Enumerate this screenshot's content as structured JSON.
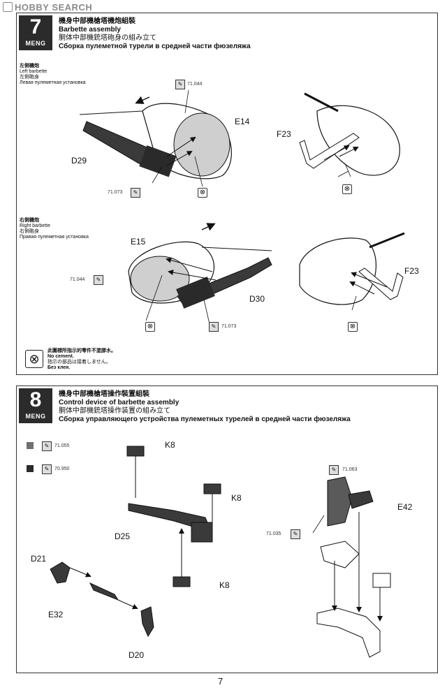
{
  "watermark": "HOBBY SEARCH",
  "colors": {
    "tag_fill": "#dddddd",
    "swatch_71055": "#6f6f6f",
    "swatch_70950": "#2b2b2b",
    "badge": "#2b2b2b"
  },
  "step7": {
    "number": "7",
    "brand": "MENG",
    "title_zh": "機身中部機槍塔機炮組裝",
    "title_en": "Barbette assembly",
    "title_jp": "胴体中部機銃塔砲身の組み立て",
    "title_ru": "Сборка пулеметной турели в средней части фюзеляжа",
    "left": {
      "zh": "左側機炮",
      "en": "Left barbette",
      "jp": "左側砲身",
      "ru": "Левая пулеметная установка"
    },
    "right": {
      "zh": "右側機炮",
      "en": "Right barbette",
      "jp": "右側砲身",
      "ru": "Правая пулеметная установка"
    },
    "parts": {
      "e14": "E14",
      "d29": "D29",
      "f23a": "F23",
      "e15": "E15",
      "d30": "D30",
      "f23b": "F23"
    },
    "paints": {
      "p1": "71.044",
      "p2": "71.073",
      "p3": "71.044",
      "p4": "71.073"
    },
    "note": {
      "zh": "此圖標所指示的零件不塗膠水。",
      "en": "No cement.",
      "jp": "指示の部品は接着しません。",
      "ru": "Без клея."
    }
  },
  "step8": {
    "number": "8",
    "brand": "MENG",
    "title_zh": "機身中部機槍塔操作裝置組裝",
    "title_en": "Control device of barbette assembly",
    "title_jp": "胴体中部機銃塔操作装置の組み立て",
    "title_ru": "Сборка управляющего устройства пулеметных турелей в средней части фюзеляжа",
    "legend": [
      {
        "code": "71.055"
      },
      {
        "code": "70.950"
      }
    ],
    "parts": {
      "k8a": "K8",
      "k8b": "K8",
      "k8c": "K8",
      "d25": "D25",
      "d21": "D21",
      "e32": "E32",
      "d20": "D20",
      "e42": "E42"
    },
    "paints": {
      "p1": "71.063",
      "p2": "71.035"
    }
  },
  "page_number": "7"
}
